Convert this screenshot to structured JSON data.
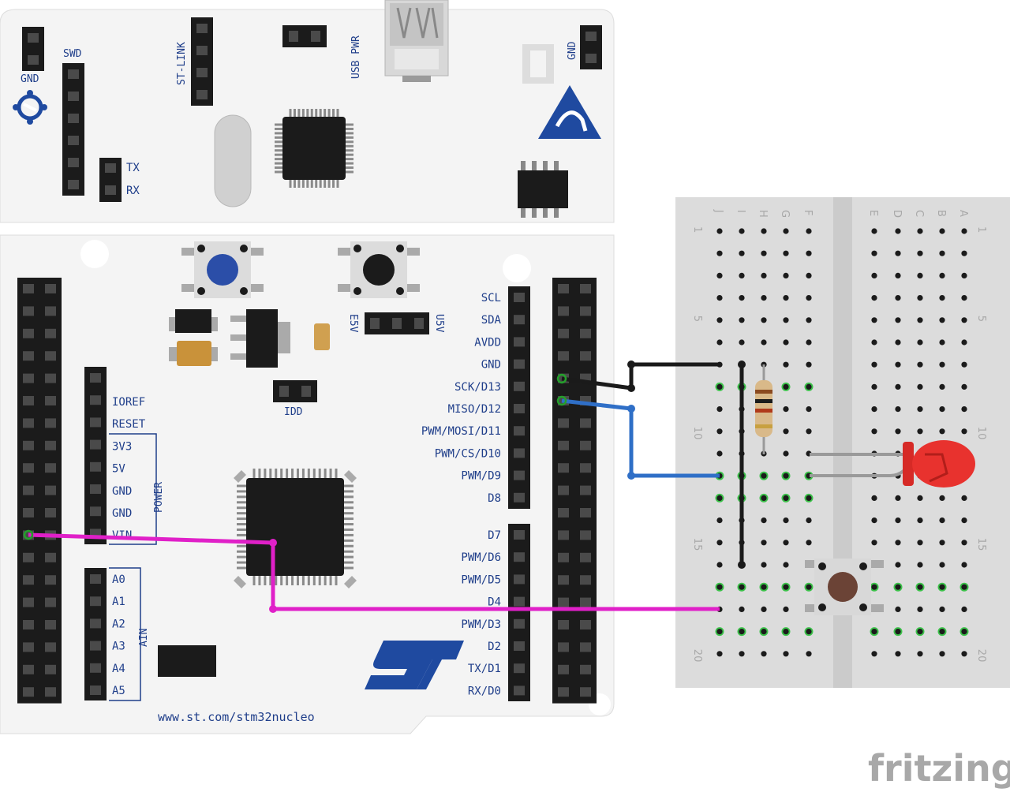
{
  "board": {
    "top_labels": {
      "swd": "SWD",
      "gnd_left": "GND",
      "st_link": "ST-LINK",
      "usb_pwr": "USB PWR",
      "gnd_right": "GND",
      "tx": "TX",
      "rx": "RX",
      "e5v": "E5V",
      "u5v": "U5V",
      "idd": "IDD"
    },
    "power_header": {
      "group_label": "POWER",
      "pins": [
        "IOREF",
        "RESET",
        "3V3",
        "5V",
        "GND",
        "GND",
        "VIN"
      ]
    },
    "analog_header": {
      "group_label": "AIN",
      "pins": [
        "A0",
        "A1",
        "A2",
        "A3",
        "A4",
        "A5"
      ]
    },
    "digital_header_upper": [
      "SCL",
      "SDA",
      "AVDD",
      "GND",
      "SCK/D13",
      "MISO/D12",
      "PWM/MOSI/D11",
      "PWM/CS/D10",
      "PWM/D9",
      "D8"
    ],
    "digital_header_lower": [
      "D7",
      "PWM/D6",
      "PWM/D5",
      "D4",
      "PWM/D3",
      "D2",
      "TX/D1",
      "RX/D0"
    ],
    "url": "www.st.com/stm32nucleo",
    "logo_text": "ST"
  },
  "breadboard": {
    "columns_left": [
      "J",
      "I",
      "H",
      "G",
      "F"
    ],
    "columns_right": [
      "E",
      "D",
      "C",
      "B",
      "A"
    ],
    "row_numbers": [
      "1",
      "5",
      "10",
      "15",
      "20"
    ]
  },
  "colors": {
    "wire_gnd": "#1a1a1a",
    "wire_d12": "#2f6fc7",
    "wire_vin": "#e020c8",
    "led": "#e8322e",
    "st_blue": "#1f4aa0"
  },
  "footer": {
    "brand": "fritzing"
  }
}
